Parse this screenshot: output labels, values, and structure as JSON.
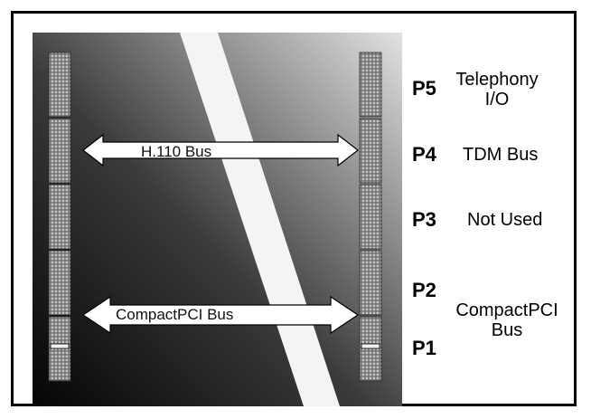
{
  "connectors": [
    {
      "pin": "P5",
      "desc": "Telephony I/O"
    },
    {
      "pin": "P4",
      "desc": "TDM Bus"
    },
    {
      "pin": "P3",
      "desc": "Not Used"
    },
    {
      "pin": "P2",
      "desc": ""
    },
    {
      "pin": "P1",
      "desc": ""
    }
  ],
  "compactpci_desc": "CompactPCI Bus",
  "buses": {
    "h110": "H.110 Bus",
    "compactpci": "CompactPCI Bus"
  },
  "colors": {
    "board_dark": "#0a0a0a",
    "board_light": "#d8d8d8",
    "connector": "#8c8c8c",
    "arrow_fill": "#ffffff",
    "arrow_stroke": "#000000"
  }
}
